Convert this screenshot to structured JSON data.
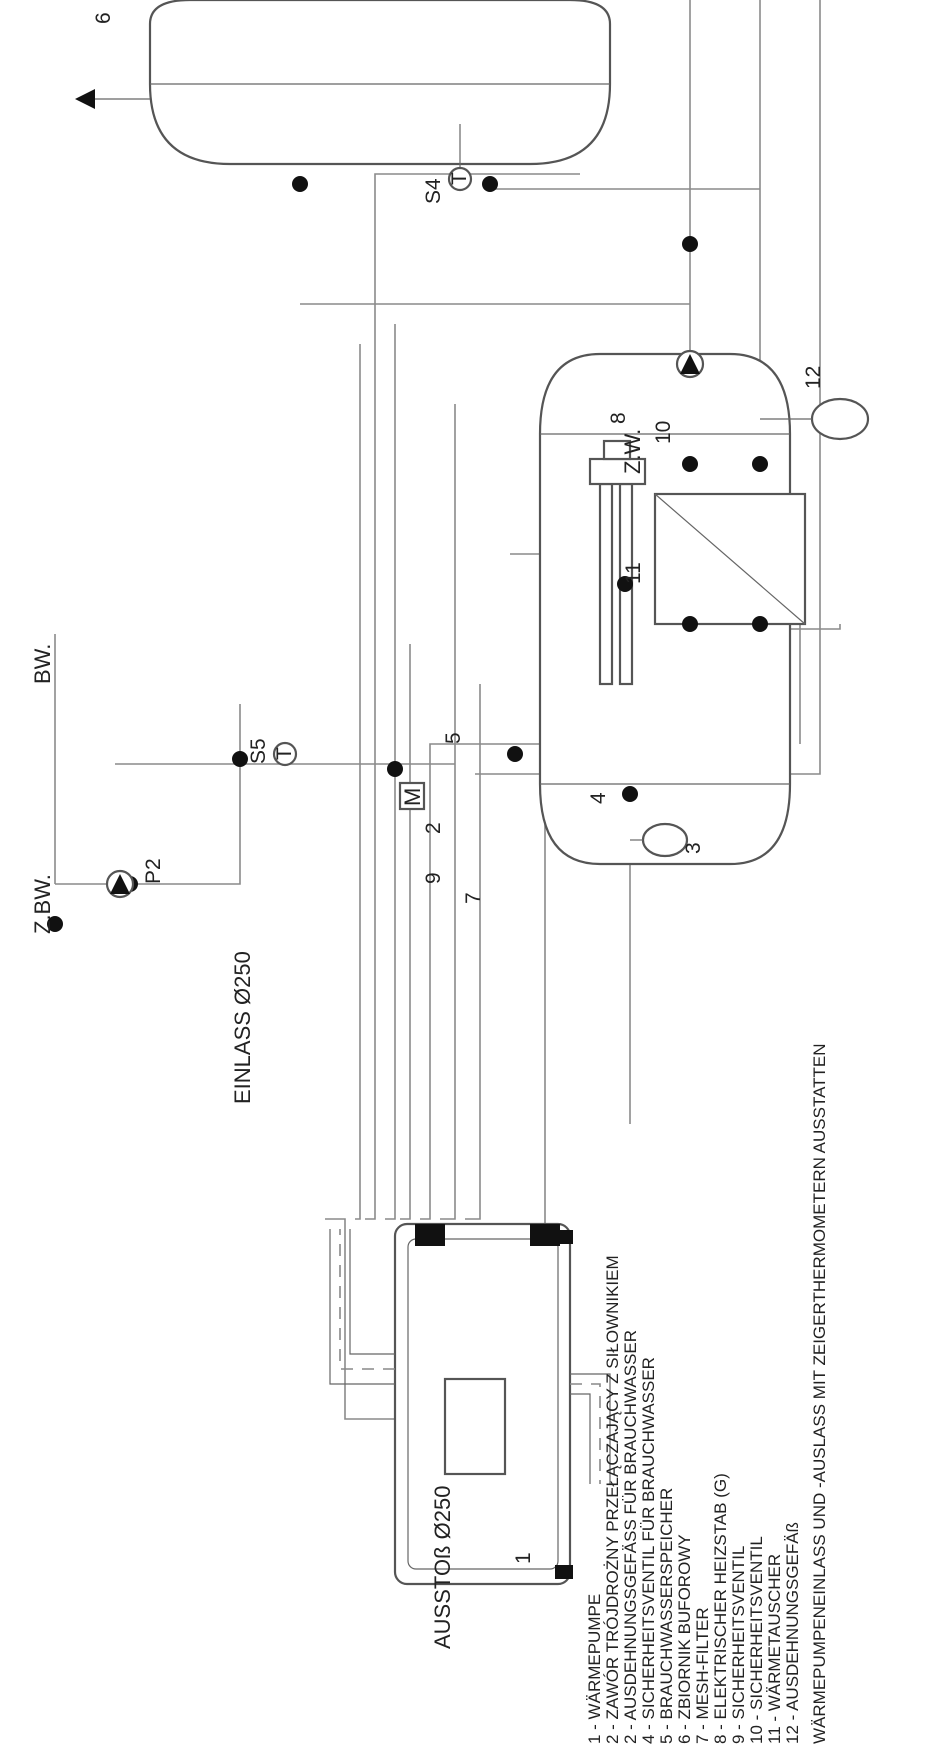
{
  "diagram": {
    "top_labels": {
      "outlet": "AUSSTOß Ø250",
      "inlet": "EINLASS Ø250",
      "circulation": "Z.BW.",
      "hot_water": "BW.",
      "cold_water": "Z.W."
    },
    "sensors": {
      "storage_tank": "S5",
      "buffer_tank": "S4"
    },
    "pump_label": "P2",
    "motor_label": "M",
    "thermometer_label": "T",
    "numbers": [
      "1",
      "2",
      "3",
      "4",
      "5",
      "6",
      "7",
      "8",
      "9",
      "10",
      "11",
      "12"
    ],
    "legend": [
      "1 - WÄRMEPUMPE",
      "2 - ZAWÓR TRÓJDROŻNY PRZEŁĄCZAJĄCY Z SIŁOWNIKIEM",
      "2 - AUSDEHNUNGSGEFÄSS FÜR BRAUCHWASSER",
      "4 - SICHERHEITSVENTIL FÜR BRAUCHWASSER",
      "5 - BRAUCHWASSERSPEICHER",
      "6 - ZBIORNIK BUFOROWY",
      "7 - MESH-FILTER",
      "8 - ELEKTRISCHER HEIZSTAB (G)",
      "9 - SICHERHEITSVENTIL",
      "10 - SICHERHEITSVENTIL",
      "11 - WÄRMETAUSCHER",
      "12 - AUSDEHNUNGSGEFÄß"
    ],
    "footnote": "WÄRMEPUMPENEINLASS UND -AUSLASS MIT ZEIGERTHERMOMETERN AUSSTATTEN"
  }
}
